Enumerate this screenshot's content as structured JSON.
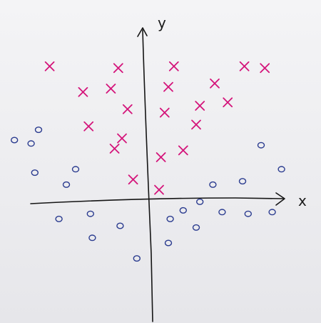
{
  "chart_data": {
    "type": "scatter",
    "title": "",
    "xlabel": "x",
    "ylabel": "y",
    "xlim": [
      -9,
      10
    ],
    "ylim": [
      -7,
      10
    ],
    "grid": false,
    "legend": "none",
    "series": [
      {
        "marker": "x",
        "color": "#d4147a",
        "points": [
          [
            -5.4,
            7.8
          ],
          [
            -1.7,
            7.7
          ],
          [
            1.3,
            7.8
          ],
          [
            5.1,
            7.8
          ],
          [
            6.2,
            7.7
          ],
          [
            -3.6,
            6.3
          ],
          [
            -2.1,
            6.5
          ],
          [
            1.0,
            6.6
          ],
          [
            3.5,
            6.8
          ],
          [
            2.7,
            5.5
          ],
          [
            4.2,
            5.7
          ],
          [
            -1.2,
            5.3
          ],
          [
            0.8,
            5.1
          ],
          [
            -3.3,
            4.3
          ],
          [
            2.5,
            4.4
          ],
          [
            -1.5,
            3.6
          ],
          [
            -1.9,
            3.0
          ],
          [
            0.6,
            2.5
          ],
          [
            1.8,
            2.9
          ],
          [
            -0.9,
            1.2
          ],
          [
            0.5,
            0.6
          ]
        ]
      },
      {
        "marker": "o",
        "color": "#2a3b8f",
        "points": [
          [
            -7.3,
            3.5
          ],
          [
            -6.0,
            4.1
          ],
          [
            -6.4,
            3.3
          ],
          [
            -6.2,
            1.6
          ],
          [
            -4.0,
            1.8
          ],
          [
            -4.5,
            0.9
          ],
          [
            6.0,
            3.2
          ],
          [
            7.1,
            1.8
          ],
          [
            5.0,
            1.1
          ],
          [
            3.4,
            0.9
          ],
          [
            1.8,
            -0.6
          ],
          [
            2.7,
            -0.1
          ],
          [
            3.9,
            -0.7
          ],
          [
            5.3,
            -0.8
          ],
          [
            6.6,
            -0.7
          ],
          [
            -4.9,
            -1.1
          ],
          [
            -3.2,
            -0.8
          ],
          [
            -1.6,
            -1.5
          ],
          [
            1.1,
            -1.1
          ],
          [
            2.5,
            -1.6
          ],
          [
            -3.1,
            -2.2
          ],
          [
            1.0,
            -2.5
          ],
          [
            -0.7,
            -3.4
          ]
        ]
      }
    ]
  }
}
